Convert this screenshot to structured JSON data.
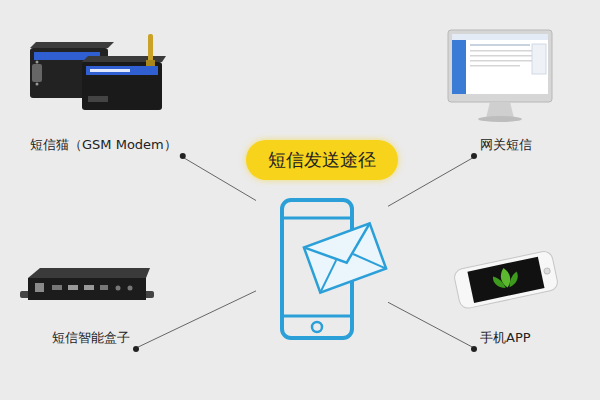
{
  "diagram": {
    "nodes": [
      {
        "text": [
          "短信猫（GSM Modem）"
        ]
      },
      {
        "text": [
          "网关短信"
        ]
      },
      {
        "text": [
          "短信发送途径"
        ]
      },
      {
        "text": [
          "短信智能盒子"
        ]
      },
      {
        "text": [
          "手机APP"
        ]
      }
    ],
    "edges": [
      {
        "from": 0,
        "to": 2,
        "arrow": "none"
      },
      {
        "from": 1,
        "to": 2,
        "arrow": "none"
      },
      {
        "from": 3,
        "to": 2,
        "arrow": "none"
      },
      {
        "from": 4,
        "to": 2,
        "arrow": "none"
      }
    ]
  }
}
